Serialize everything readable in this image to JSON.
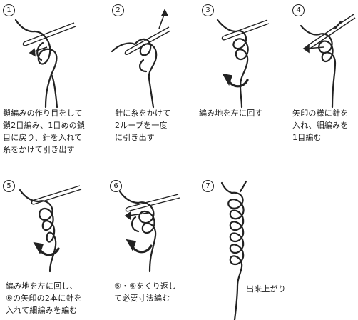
{
  "steps": [
    {
      "num": "1",
      "caption": "鎖編みの作り目をして\n鎖2目編み、1目めの鎖\n目に戻り、針を入れて\n糸をかけて引き出す"
    },
    {
      "num": "2",
      "caption": "針に糸をかけて\n2ループを一度\nに引き出す"
    },
    {
      "num": "3",
      "caption": "編み地を左に回す"
    },
    {
      "num": "4",
      "caption": "矢印の様に針を\n入れ、細編みを\n1目編む"
    },
    {
      "num": "5",
      "caption": "編み地を左に回し、\n⑥の矢印の2本に針を\n入れて細編みを編む"
    },
    {
      "num": "6",
      "caption": "⑤・⑥をくり返し\nて必要寸法編む"
    },
    {
      "num": "7",
      "caption": "出来上がり"
    }
  ],
  "icons": [
    "crochet-hook-icon",
    "yarn-loop-icon",
    "rotate-arrow-icon",
    "direction-arrow-icon"
  ]
}
